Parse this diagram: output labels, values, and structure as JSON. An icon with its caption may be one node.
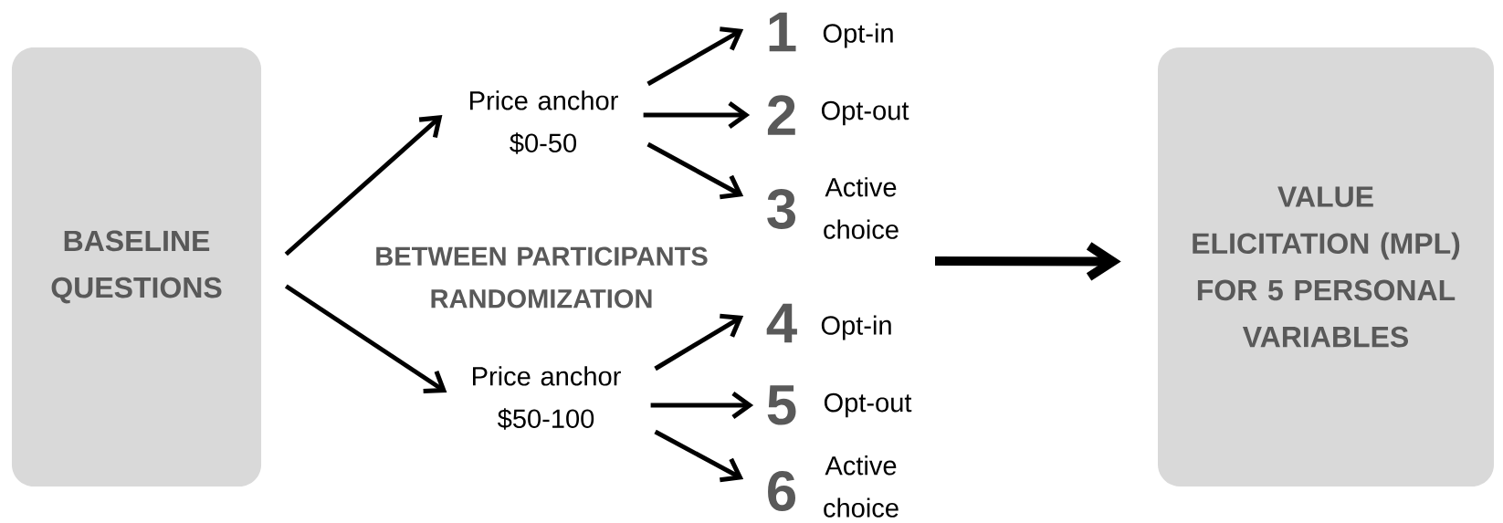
{
  "diagram": {
    "nodes": [
      {
        "text": [
          "BASELINE QUESTIONS"
        ]
      },
      {
        "text": [
          "Price anchor $0-50"
        ]
      },
      {
        "text": [
          "1"
        ],
        "beside": [
          "Opt-in"
        ]
      },
      {
        "text": [
          "2"
        ],
        "beside": [
          "Opt-out"
        ]
      },
      {
        "text": [
          "3"
        ],
        "beside": [
          "Active choice"
        ]
      },
      {
        "text": [
          "Price anchor $50-100"
        ]
      },
      {
        "text": [
          "4"
        ],
        "beside": [
          "Opt-in"
        ]
      },
      {
        "text": [
          "5"
        ],
        "beside": [
          "Opt-out"
        ]
      },
      {
        "text": [
          "6"
        ],
        "beside": [
          "Active choice"
        ]
      },
      {
        "text": [
          "VALUE ELICITATION (MPL) FOR 5 PERSONAL VARIABLES"
        ]
      }
    ],
    "edges": [
      {
        "from": 0,
        "to": 1,
        "arrow": "to"
      },
      {
        "from": 0,
        "to": 5,
        "arrow": "to"
      },
      {
        "from": 1,
        "to": 2,
        "arrow": "to"
      },
      {
        "from": 1,
        "to": 3,
        "arrow": "to"
      },
      {
        "from": 1,
        "to": 4,
        "arrow": "to"
      },
      {
        "from": 5,
        "to": 6,
        "arrow": "to"
      },
      {
        "from": 5,
        "to": 7,
        "arrow": "to"
      },
      {
        "from": 5,
        "to": 8,
        "arrow": "to"
      },
      {
        "from": null,
        "to": 9,
        "arrow": "to",
        "style": "thick"
      }
    ],
    "labels": [
      "BETWEEN PARTICIPANTS RANDOMIZATION"
    ]
  }
}
